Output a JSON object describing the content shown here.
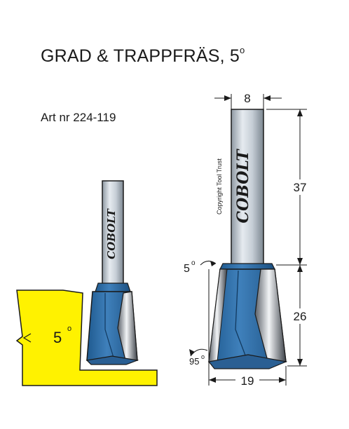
{
  "title": {
    "text": "GRAD & TRAPPFRÄS, 5",
    "degree": "o"
  },
  "article": "Art nr 224-119",
  "left_view": {
    "angle_label": "5",
    "angle_degree": "o",
    "brand": "COBOLT"
  },
  "right_view": {
    "shank_diameter": "8",
    "shank_length": "37",
    "cutting_length": "26",
    "cutting_diameter": "19",
    "taper_angle": "5",
    "taper_degree": "o",
    "included_angle": "95",
    "included_degree": "o",
    "brand": "COBOLT",
    "copyright": "Copyright Tool Trust"
  },
  "colors": {
    "blue": "#2f6aa0",
    "blue_dark": "#1d4e7f",
    "grey": "#a9b2bb",
    "grey_light": "#dfe4ea",
    "yellow": "#fff200"
  }
}
